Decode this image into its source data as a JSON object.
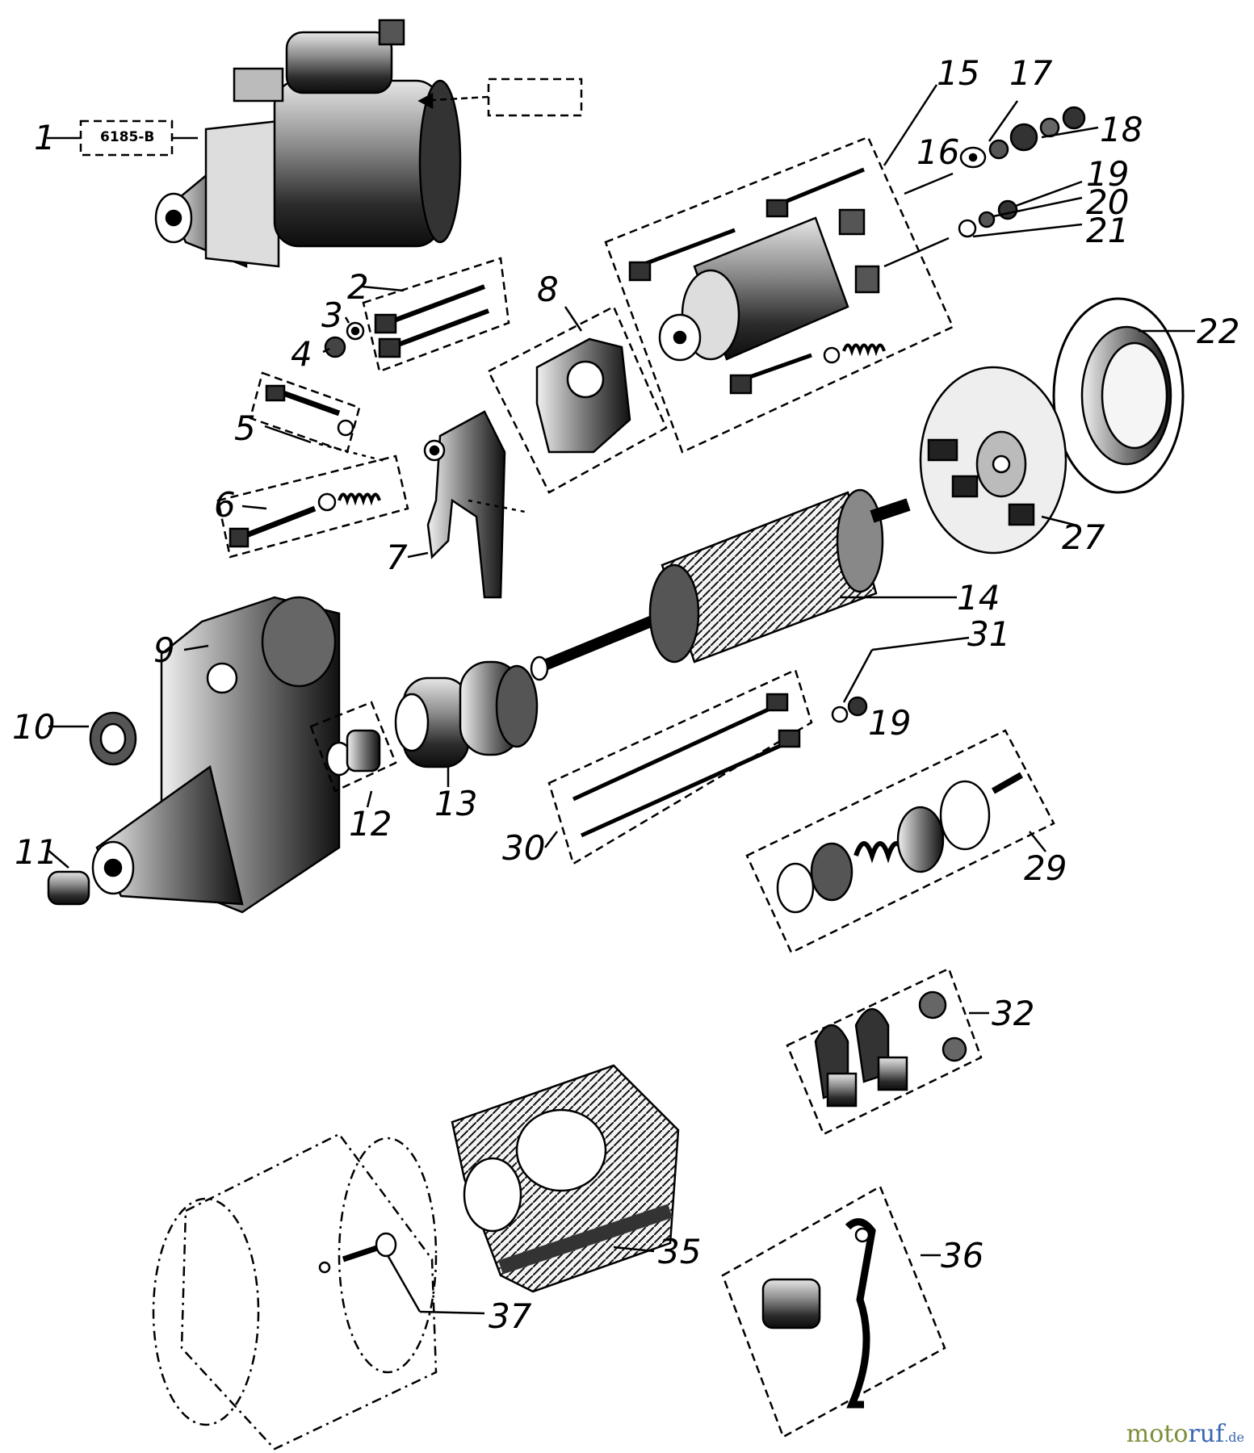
{
  "diagram": {
    "callouts": [
      "1",
      "2",
      "3",
      "4",
      "5",
      "6",
      "7",
      "8",
      "9",
      "10",
      "11",
      "12",
      "13",
      "14",
      "15",
      "16",
      "17",
      "18",
      "19",
      "20",
      "21",
      "22",
      "27",
      "29",
      "30",
      "31",
      "19",
      "32",
      "35",
      "36",
      "37"
    ],
    "part_code": "6185-B",
    "watermark": {
      "part1": "moto",
      "part2": "ruf",
      "suffix": ".de"
    }
  }
}
